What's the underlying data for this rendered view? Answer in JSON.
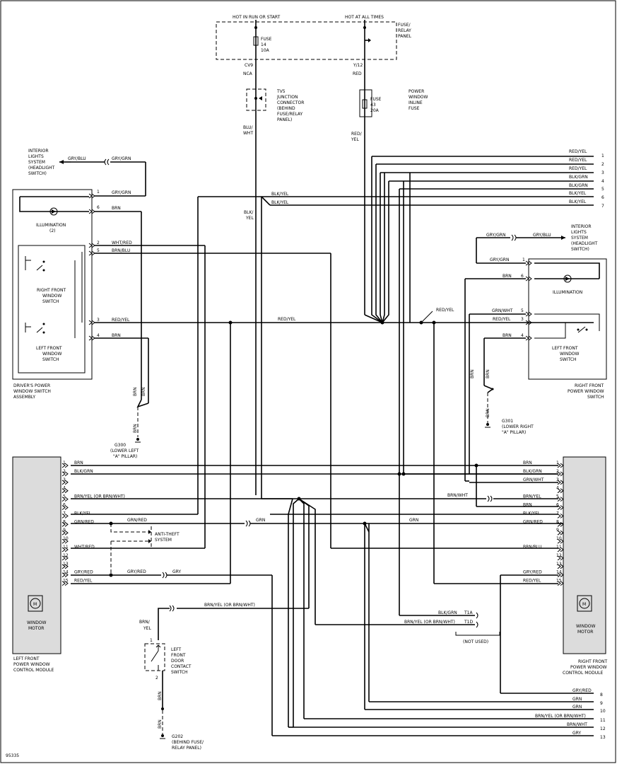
{
  "top": {
    "hot_run_start": "HOT IN RUN OR START",
    "hot_all_times": "HOT AT ALL TIMES",
    "fuse_relay_panel": [
      "FUSE/",
      "RELAY",
      "PANEL"
    ],
    "fuse14": [
      "FUSE",
      "14",
      "10A"
    ],
    "cv9": "CV9",
    "nca": "NCA",
    "y12": "Y/12",
    "red": "RED",
    "tv5": [
      "TV5",
      "JUNCTION",
      "CONNECTOR",
      "(BEHIND",
      "FUSE/RELAY",
      "PANEL)"
    ],
    "fuse43": [
      "FUSE",
      "43",
      "20A"
    ],
    "pw_inline_fuse": [
      "POWER",
      "WINDOW",
      "INLINE",
      "FUSE"
    ],
    "blu_wht": [
      "BLU/",
      "WHT"
    ],
    "red_yel_v": [
      "RED/",
      "YEL"
    ],
    "blk_yel_v": [
      "BLK/",
      "YEL"
    ]
  },
  "bus": {
    "labels": [
      "RED/YEL",
      "RED/YEL",
      "RED/YEL",
      "BLK/GRN",
      "BLK/GRN",
      "BLK/YEL",
      "BLK/YEL"
    ],
    "nums": [
      "1",
      "2",
      "3",
      "4",
      "5",
      "6",
      "7"
    ]
  },
  "left_switch": {
    "interior_lights": [
      "INTERIOR",
      "LIGHTS",
      "SYSTEM",
      "(HEADLIGHT",
      "SWITCH)"
    ],
    "gry_blu": "GRY/BLU",
    "gry_grn_a": "GRY/GRN",
    "gry_grn_b": "GRY/GRN",
    "blk_yel_a": "BLK/YEL",
    "blk_yel_b": "BLK/YEL",
    "brn": "BRN",
    "illumination": [
      "ILLUMINATION",
      "(2)"
    ],
    "wht_red": "WHT/RED",
    "brn_blu": "BRN/BLU",
    "right_front_switch": [
      "RIGHT FRONT",
      "WINDOW",
      "SWITCH"
    ],
    "red_yel": "RED/YEL",
    "red_yel_mid": "RED/YEL",
    "brn2": "BRN",
    "left_front_switch": [
      "LEFT FRONT",
      "WINDOW",
      "SWITCH"
    ],
    "assembly": [
      "DRIVER'S POWER",
      "WINDOW SWITCH",
      "ASSEMBLY"
    ],
    "pins": [
      "1",
      "6",
      "2",
      "5",
      "3",
      "4"
    ],
    "brn_v1": "BRN",
    "brn_v2": "BRN",
    "brn_v3": "BRN",
    "g300": [
      "G300",
      "(LOWER LEFT",
      "\"A\" PILLAR)"
    ]
  },
  "right_switch": {
    "interior_lights": [
      "INTERIOR",
      "LIGHTS",
      "SYSTEM",
      "(HEADLIGHT",
      "SWITCH)"
    ],
    "gry_grn": "GRY/GRN",
    "gry_blu": "GRY/BLU",
    "gry_grn_b": "GRY/GRN",
    "brn": "BRN",
    "illumination": "ILLUMINATION",
    "red_yel_label": "RED/YEL",
    "grn_wht": "GRN/WHT",
    "red_yel": "RED/YEL",
    "brn2": "BRN",
    "left_front_switch": [
      "LEFT FRONT",
      "WINDOW",
      "SWITCH"
    ],
    "caption": [
      "RIGHT FRONT",
      "POWER WINDOW",
      "SWITCH"
    ],
    "pins": [
      "1",
      "6",
      "5",
      "3",
      "4"
    ],
    "brn_v1": "BRN",
    "brn_v2": "BRN",
    "brn_v3": "BRN",
    "g301": [
      "G301",
      "(LOWER RIGHT",
      "\"A\" PILLAR)"
    ]
  },
  "left_module": {
    "pins": [
      "1",
      "2",
      "3",
      "4",
      "5",
      "6",
      "7",
      "8",
      "9",
      "10",
      "11",
      "12",
      "13",
      "14",
      "15"
    ],
    "wires": [
      "BRN",
      "BLK/GRN",
      "",
      "",
      "BRN/YEL (OR BRN/WHT)",
      "",
      "BLK/YEL",
      "GRN/RED",
      "",
      "",
      "WHT/RED",
      "",
      "",
      "GRY/RED",
      "RED/YEL"
    ],
    "window_motor": [
      "WINDOW",
      "MOTOR"
    ],
    "caption": [
      "LEFT FRONT",
      "POWER WINDOW",
      "CONTROL MODULE"
    ],
    "grn_red": "GRN/RED",
    "gry_red": "GRY/RED",
    "gry": "GRY",
    "grn": "GRN",
    "anti_theft": [
      "ANTI-THEFT",
      "SYSTEM"
    ]
  },
  "right_module": {
    "pins": [
      "1",
      "2",
      "3",
      "4",
      "5",
      "6",
      "7",
      "8",
      "9",
      "10",
      "11",
      "12",
      "13",
      "14",
      "15"
    ],
    "wires": [
      "BRN",
      "BLK/GRN",
      "GRN/WHT",
      "",
      "BRN/YEL",
      "BRN",
      "BLK/YEL",
      "GRN/RED",
      "",
      "",
      "BRN/BLU",
      "",
      "",
      "GRY/RED",
      "RED/YEL"
    ],
    "brn_wht": "BRN/WHT",
    "grn": "GRN",
    "window_motor": [
      "WINDOW",
      "MOTOR"
    ],
    "caption": [
      "RIGHT FRONT",
      "POWER WINDOW",
      "CONTROL MODULE"
    ]
  },
  "door_switch": {
    "brn_yel_or": "BRN/YEL (OR BRN/WHT)",
    "brn_yel_v": [
      "BRN/",
      "YEL"
    ],
    "label": [
      "LEFT",
      "FRONT",
      "DOOR",
      "CONTACT",
      "SWITCH"
    ],
    "pin1": "1",
    "pin2": "2",
    "brn_v1": "BRN",
    "brn_v2": "BRN",
    "g202": [
      "G202",
      "(BEHIND FUSE/",
      "RELAY PANEL)"
    ]
  },
  "t1": {
    "blk_grn": "BLK/GRN",
    "t1a": "T1A",
    "brn_yel_or": "BRN/YEL (OR BRN/WHT)",
    "t1d": "T1D",
    "not_used": "(NOT USED)"
  },
  "bottom_bus": {
    "labels": [
      "GRY/RED",
      "GRN",
      "GRN",
      "BRN/YEL (OR BRN/WHT)",
      "BRN/WHT",
      "GRY"
    ],
    "nums": [
      "8",
      "9",
      "10",
      "11",
      "12",
      "13"
    ]
  },
  "footer": {
    "code": "95335"
  }
}
